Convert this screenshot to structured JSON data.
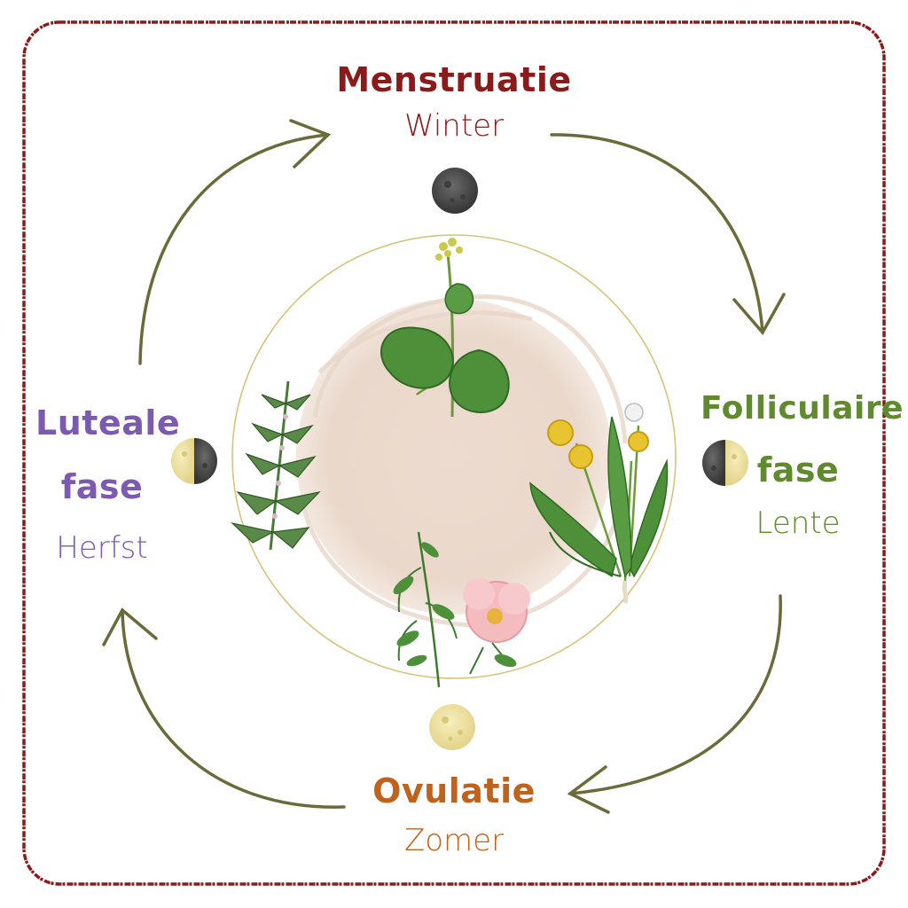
{
  "phases": {
    "menstruatie": {
      "name": "Menstruatie",
      "season": "Winter",
      "moon": "new-moon"
    },
    "folliculaire": {
      "name_line1": "Folliculaire",
      "name_line2": "fase",
      "season": "Lente",
      "moon": "first-quarter-moon"
    },
    "ovulatie": {
      "name": "Ovulatie",
      "season": "Zomer",
      "moon": "full-moon"
    },
    "luteale": {
      "name_line1": "Luteale",
      "name_line2": "fase",
      "season": "Herfst",
      "moon": "last-quarter-moon"
    }
  },
  "colors": {
    "frame": "#8b1a1a",
    "arrows": "#6b6b3a",
    "menstruatie": "#8b1a1a",
    "folliculaire": "#5f8a2e",
    "ovulatie": "#c0621c",
    "luteale": "#7b5ab0",
    "center_fill": "#eeded2",
    "center_ring": "#d9c27a",
    "moon_dark": "#4a4a4a",
    "moon_light": "#f1e6a6"
  },
  "icons": [
    "lady-mantle-plant-icon",
    "dandelion-plant-icon",
    "yarrow-rose-plant-icon",
    "motherwort-plant-icon",
    "cycle-arrow-icon"
  ]
}
